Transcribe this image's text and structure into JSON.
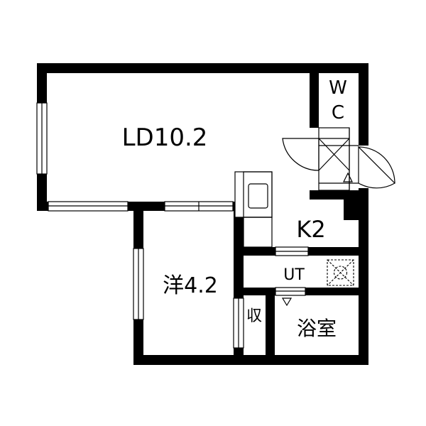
{
  "rooms": {
    "living_dining": "LD10.2",
    "kitchen": "K2",
    "western_room": "洋4.2",
    "utility": "UT",
    "bathroom": "浴室",
    "closet": "収",
    "toilet_w": "W",
    "toilet_c": "C"
  },
  "colors": {
    "wall": "#000000",
    "background": "#ffffff",
    "fixture_line": "#000000"
  }
}
